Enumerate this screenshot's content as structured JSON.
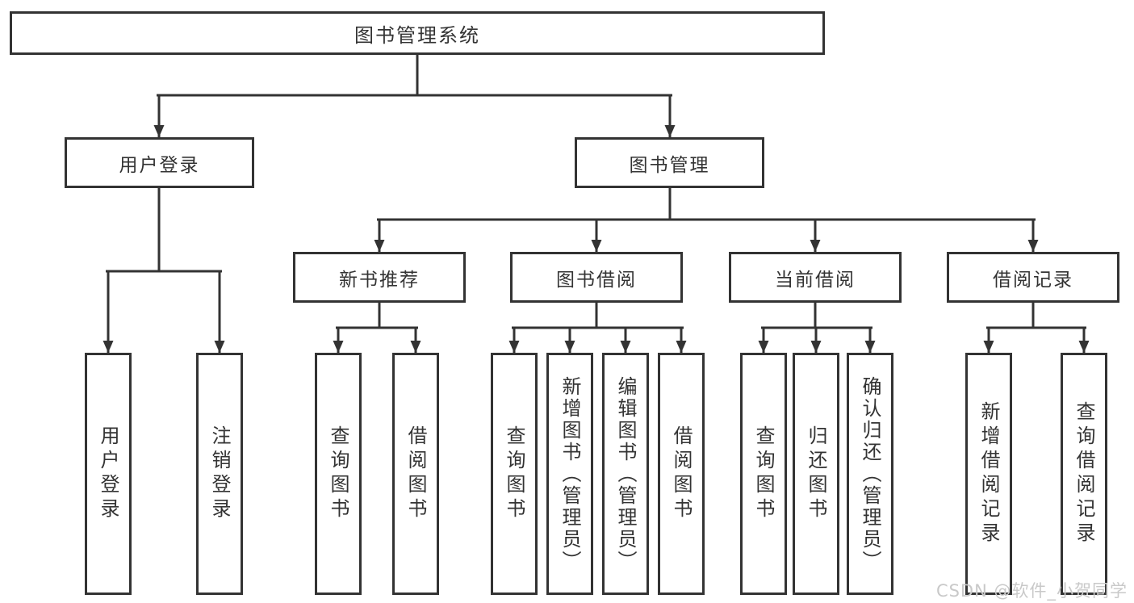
{
  "diagram": {
    "tree": {
      "root": {
        "label": "图书管理系统",
        "children": [
          {
            "label": "用户登录",
            "children": [
              {
                "label": "用户登录"
              },
              {
                "label": "注销登录"
              }
            ]
          },
          {
            "label": "图书管理",
            "children": [
              {
                "label": "新书推荐",
                "children": [
                  {
                    "label": "查询图书"
                  },
                  {
                    "label": "借阅图书"
                  }
                ]
              },
              {
                "label": "图书借阅",
                "children": [
                  {
                    "label": "查询图书"
                  },
                  {
                    "label": "新增图书（管理员）"
                  },
                  {
                    "label": "编辑图书（管理员）"
                  },
                  {
                    "label": "借阅图书"
                  }
                ]
              },
              {
                "label": "当前借阅",
                "children": [
                  {
                    "label": "查询图书"
                  },
                  {
                    "label": "归还图书"
                  },
                  {
                    "label": "确认归还（管理员）"
                  }
                ]
              },
              {
                "label": "借阅记录",
                "children": [
                  {
                    "label": "新增借阅记录"
                  },
                  {
                    "label": "查询借阅记录"
                  }
                ]
              }
            ]
          }
        ]
      }
    },
    "colors": {
      "line": "#333333",
      "box_border": "#333333",
      "text": "#333333",
      "background": "#ffffff",
      "watermark": "#c9c9c9"
    }
  },
  "watermark": {
    "text": "CSDN @软件_小贺同学"
  }
}
